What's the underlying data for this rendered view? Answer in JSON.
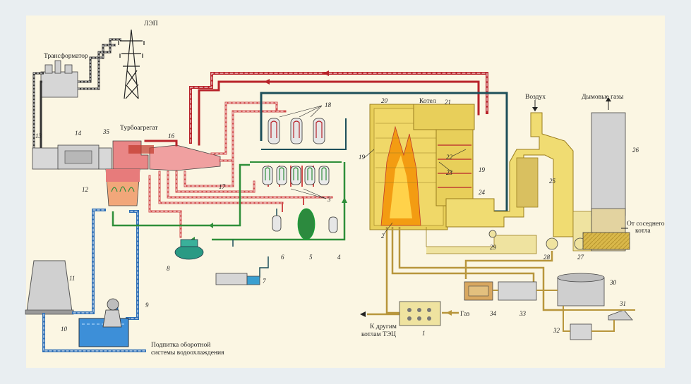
{
  "labels": {
    "transformer": "Трансформатор",
    "power_line": "ЛЭП",
    "turbine_unit": "Турбоагрегат",
    "boiler": "Котел",
    "air": "Воздух",
    "flue_gases": "Дымовые газы",
    "from_adjacent_line1": "От соседнего",
    "from_adjacent_line2": "котла",
    "to_other_boilers_line1": "К другим",
    "to_other_boilers_line2": "котлам ТЭЦ",
    "gas": "Газ",
    "makeup_line1": "Подпитка оборотной",
    "makeup_line2": "системы водоохлаждения"
  },
  "numbers": {
    "n1": "1",
    "n2": "2",
    "n3": "3",
    "n4": "4",
    "n5": "5",
    "n6": "6",
    "n7": "7",
    "n8": "8",
    "n9": "9",
    "n10": "10",
    "n11": "11",
    "n12": "12",
    "n13": "13",
    "n14": "14",
    "n15": "15",
    "n16": "16",
    "n17": "17",
    "n18": "18",
    "n19a": "19",
    "n19b": "19",
    "n20": "20",
    "n21": "21",
    "n22": "22",
    "n23": "23",
    "n24": "24",
    "n25": "25",
    "n26": "26",
    "n27": "27",
    "n28": "28",
    "n29": "29",
    "n30": "30",
    "n31": "31",
    "n32": "32",
    "n33": "33",
    "n34": "34",
    "n35": "35"
  },
  "colors": {
    "steam": "#b8232a",
    "steam_dash": "#ffffff",
    "hot_pipe": "#c0392b",
    "cooling_water": "#2f6fb5",
    "feed_water": "#2f8f3a",
    "dark_pipe": "#1d4f5a",
    "boiler_yellow": "#e8cf5a",
    "boiler_light": "#efe3a0",
    "gas_pipe": "#b8963c",
    "equipment_gray": "#d8d8d8",
    "turbine_pink": "#f0a0a0",
    "background": "#fbf6e3"
  }
}
